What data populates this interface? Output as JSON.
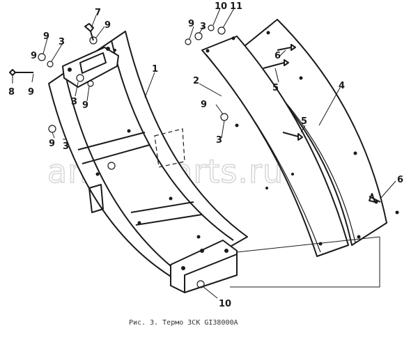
{
  "watermark": "ansat-parts.ru",
  "caption": "Рис. 3. Термо ЗСК GI38000A",
  "labels": [
    {
      "id": "l7",
      "text": "7"
    },
    {
      "id": "l9a",
      "text": "9"
    },
    {
      "id": "l9b",
      "text": "9"
    },
    {
      "id": "l3a",
      "text": "3"
    },
    {
      "id": "l9c",
      "text": "9"
    },
    {
      "id": "l8",
      "text": "8"
    },
    {
      "id": "l9d",
      "text": "9"
    },
    {
      "id": "l3b",
      "text": "3"
    },
    {
      "id": "l9e",
      "text": "9"
    },
    {
      "id": "l9f",
      "text": "9"
    },
    {
      "id": "l3c",
      "text": "3"
    },
    {
      "id": "l1",
      "text": "1"
    },
    {
      "id": "l9g",
      "text": "9"
    },
    {
      "id": "l3d",
      "text": "3"
    },
    {
      "id": "l10a",
      "text": "10"
    },
    {
      "id": "l11",
      "text": "11"
    },
    {
      "id": "l2",
      "text": "2"
    },
    {
      "id": "l6a",
      "text": "6"
    },
    {
      "id": "l5a",
      "text": "5"
    },
    {
      "id": "l4",
      "text": "4"
    },
    {
      "id": "l9h",
      "text": "9"
    },
    {
      "id": "l3e",
      "text": "3"
    },
    {
      "id": "l5b",
      "text": "5"
    },
    {
      "id": "l6b",
      "text": "6"
    },
    {
      "id": "l10b",
      "text": "10"
    }
  ]
}
